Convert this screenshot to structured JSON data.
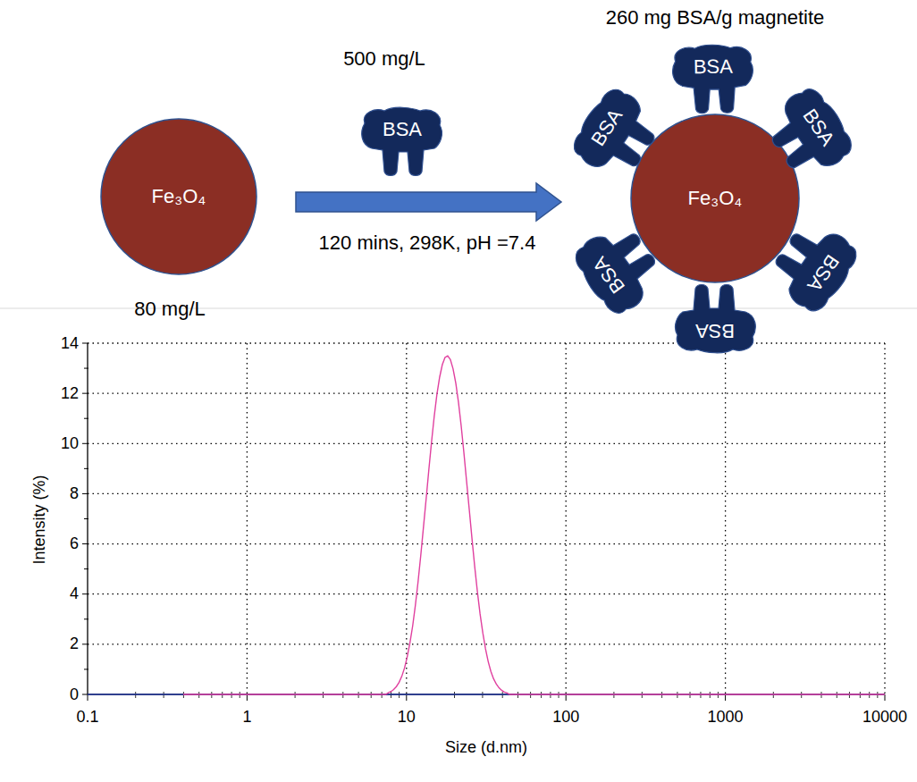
{
  "diagram": {
    "nodes": [
      {
        "text": [
          "Fe₃O₄"
        ]
      },
      {
        "text": [
          "BSA"
        ]
      },
      {
        "text": [
          "Fe₃O₄"
        ]
      },
      {
        "text": [
          "BSA"
        ]
      },
      {
        "text": [
          "BSA"
        ]
      },
      {
        "text": [
          "BSA"
        ]
      },
      {
        "text": [
          "BSA"
        ]
      },
      {
        "text": [
          "BSA"
        ]
      },
      {
        "text": [
          "BSA"
        ]
      }
    ],
    "labels": [
      "260 mg BSA/g magnetite",
      "500 mg/L",
      "120 mins, 298K, pH =7.4",
      "80 mg/L",
      "14",
      "12",
      "10",
      "8",
      "6",
      "4",
      "2",
      "0",
      "Intensity (%)",
      "0.1",
      "1",
      "10",
      "100",
      "1000",
      "10000",
      "Size (d.nm)"
    ]
  }
}
